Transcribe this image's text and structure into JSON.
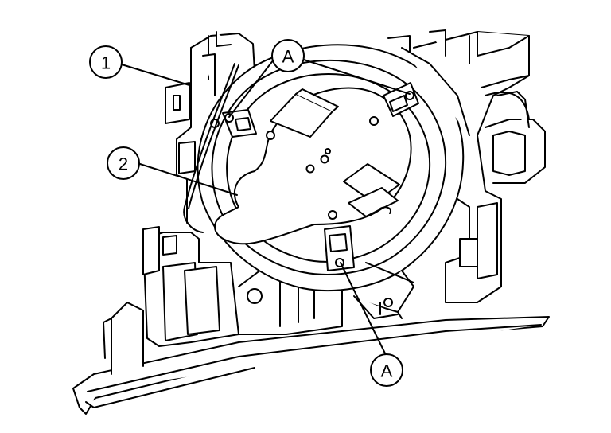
{
  "callouts": {
    "one": "1",
    "two": "2",
    "a_top": "A",
    "a_bottom": "A"
  },
  "colors": {
    "line": "#000000",
    "fill": "#ffffff",
    "tray": "#ffffff"
  }
}
